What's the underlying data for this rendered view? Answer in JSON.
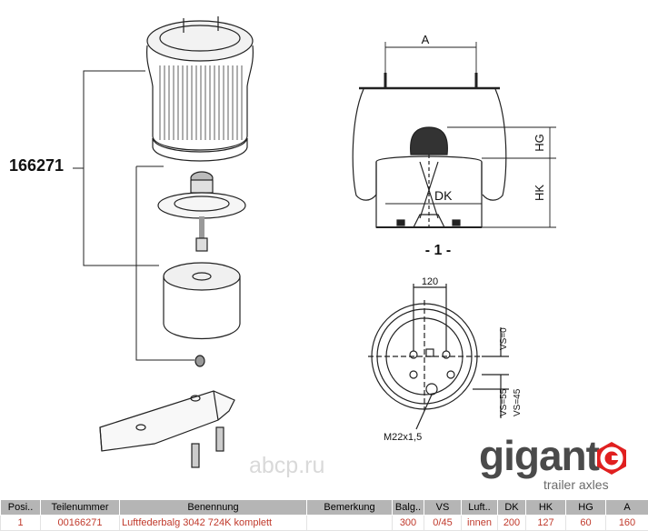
{
  "part_label": "166271",
  "dimension_labels": {
    "a": "A",
    "hg": "HG",
    "hk": "HK",
    "dk": "DK",
    "view_number": "- 1 -",
    "dim_120": "120",
    "vs0": "VS=0",
    "vs55": "VS=55",
    "vs45": "VS=45",
    "thread": "M22x1,5"
  },
  "brand": {
    "name": "gigant",
    "subtitle": "trailer axles",
    "accent_color": "#e02020"
  },
  "watermark": "abcp.ru",
  "table": {
    "headers": [
      "Posi..",
      "Teilenummer",
      "Benennung",
      "Bemerkung",
      "Balg..",
      "VS",
      "Luft..",
      "DK",
      "HK",
      "HG",
      "A"
    ],
    "rows": [
      [
        "1",
        "00166271",
        "Luftfederbalg 3042 724K komplett",
        "",
        "300",
        "0/45",
        "innen",
        "200",
        "127",
        "60",
        "160"
      ]
    ]
  }
}
